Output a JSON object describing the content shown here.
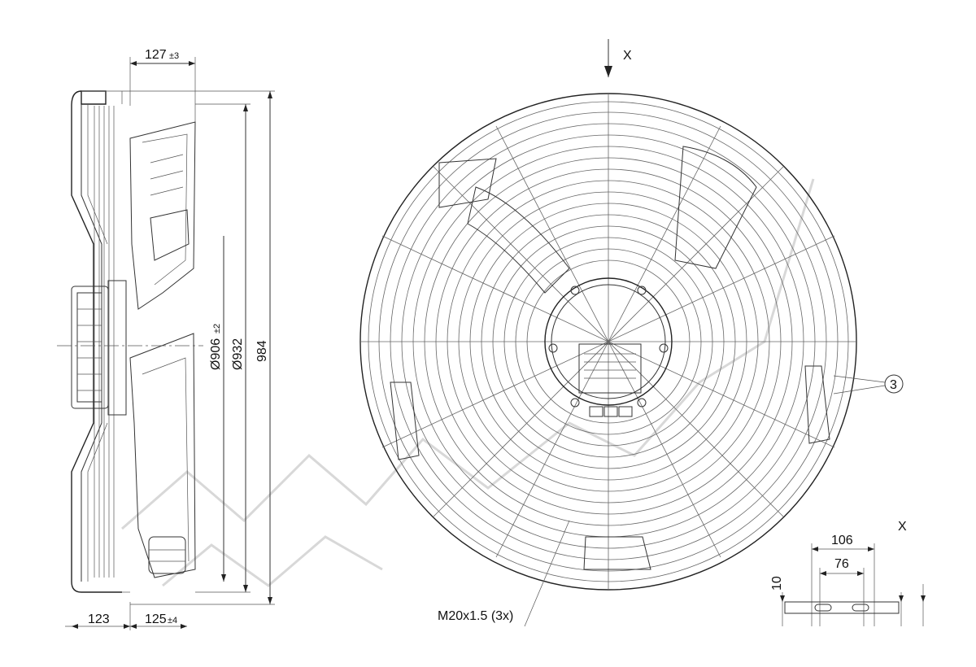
{
  "labels": {
    "depth_top": "127",
    "depth_top_tol": "±3",
    "dia_inner": "Ø906",
    "dia_inner_tol": "±2",
    "dia_mid": "Ø932",
    "dia_outer": "984",
    "bottom_left": "123",
    "bottom_mid": "125",
    "bottom_mid_tol": "±4",
    "view_marker_top": "X",
    "view_marker_detail": "X",
    "callout_3": "3",
    "thread": "M20x1.5 (3x)",
    "detail_106": "106",
    "detail_76": "76",
    "detail_10": "10"
  }
}
